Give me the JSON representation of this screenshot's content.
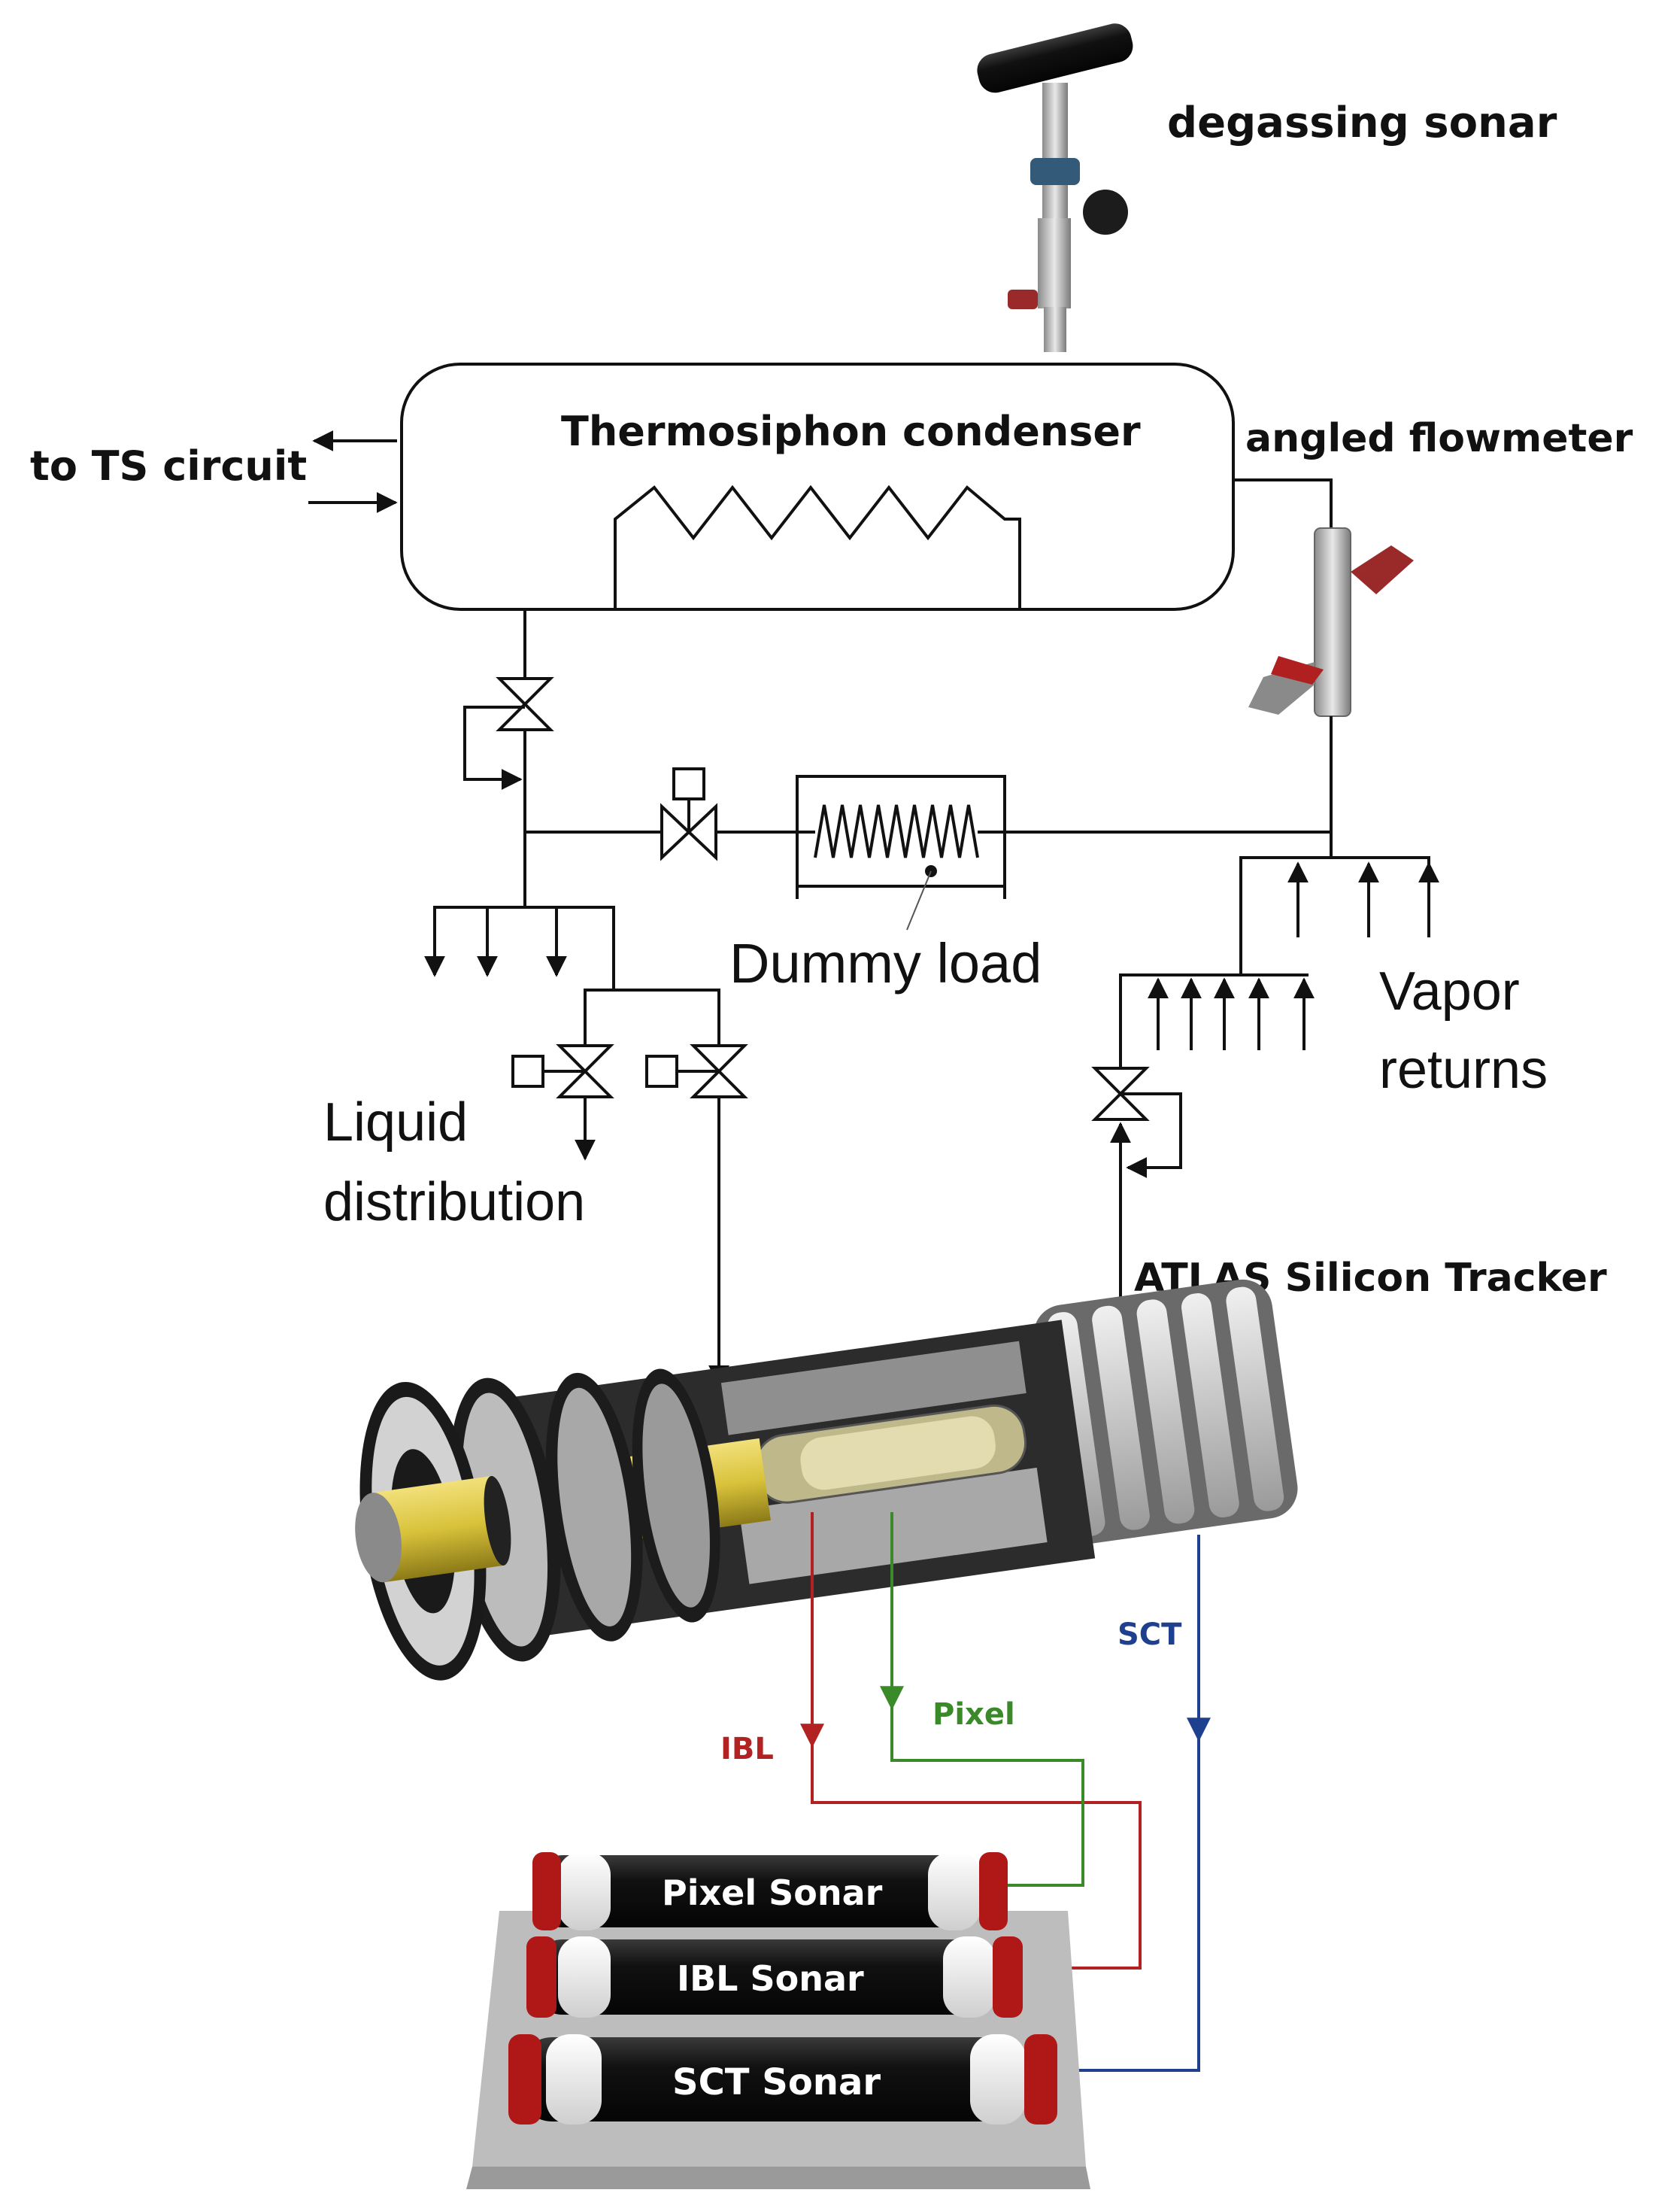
{
  "labels": {
    "degassing_sonar": "degassing sonar",
    "to_ts_circuit": "to TS circuit",
    "thermosiphon_condenser": "Thermosiphon condenser",
    "angled_flowmeter": "angled flowmeter",
    "dummy_load": "Dummy load",
    "vapor_returns_line1": "Vapor",
    "vapor_returns_line2": "returns",
    "liquid_distribution_line1": "Liquid",
    "liquid_distribution_line2": "distribution",
    "atlas_silicon_tracker": "ATLAS Silicon Tracker",
    "sct": "SCT",
    "pixel": "Pixel",
    "ibl": "IBL",
    "pixel_sonar": "Pixel Sonar",
    "ibl_sonar": "IBL Sonar",
    "sct_sonar": "SCT Sonar"
  },
  "colors": {
    "line": "#111111",
    "ibl": "#b22222",
    "pixel": "#3a8a2a",
    "sct": "#1f3f8f",
    "tube_body": "#1a1a1a",
    "tube_cap": "#b01818",
    "detector_yellow": "#d8c23a"
  }
}
